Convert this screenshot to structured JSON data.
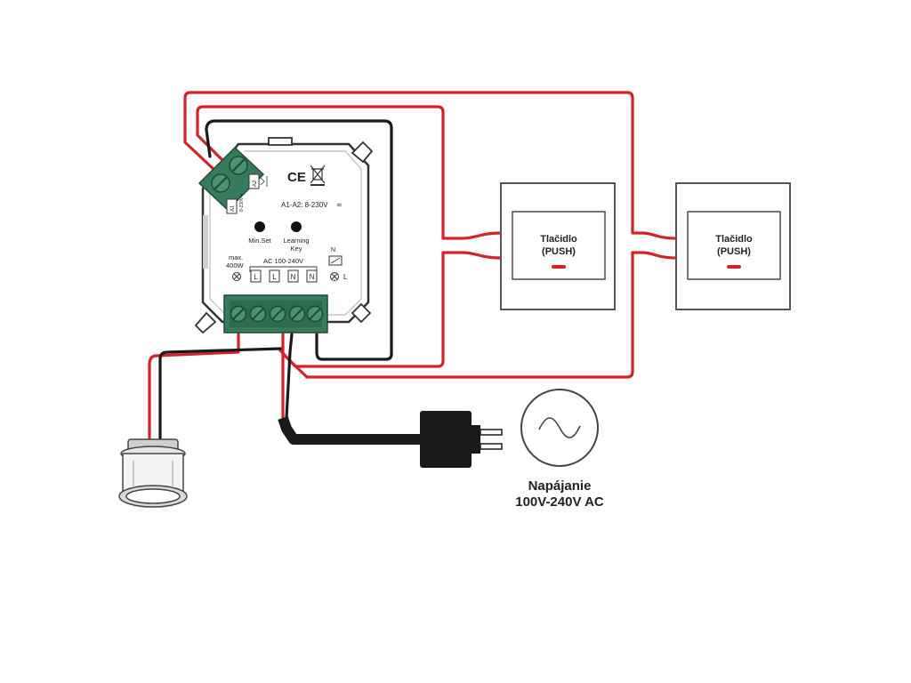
{
  "colors": {
    "wire_red": "#d3232a",
    "wire_black": "#1a1a1a",
    "terminal_green": "#3a7a5c",
    "module_border": "#333333",
    "switch_border": "#555555",
    "switch_indicator": "#d3232a"
  },
  "module": {
    "ce_mark": "CE",
    "input_spec": "A1-A2: 8-230V",
    "input_spec_symbol": "≂",
    "terminal_a1": "A1",
    "terminal_a2": "A2",
    "side_spec": "8-230V≂",
    "button_min_set": "Min.Set",
    "button_learning_line1": "Learning",
    "button_learning_line2": "Key",
    "max_line1": "max.",
    "max_line2": "400W",
    "ac_range": "AC 100-240V",
    "bottom_terminals": [
      "L",
      "L",
      "N",
      "N"
    ],
    "n_marker": "N",
    "l_marker": "L"
  },
  "switches": [
    {
      "line1": "Tlačidlo",
      "line2": "(PUSH)"
    },
    {
      "line1": "Tlačidlo",
      "line2": "(PUSH)"
    }
  ],
  "power_source": {
    "line1": "Napájanie",
    "line2": "100V-240V AC"
  },
  "icons": [
    "dimmer-module",
    "push-switch",
    "lamp-icon",
    "plug-icon",
    "ac-source-icon",
    "weee-bin-icon"
  ]
}
